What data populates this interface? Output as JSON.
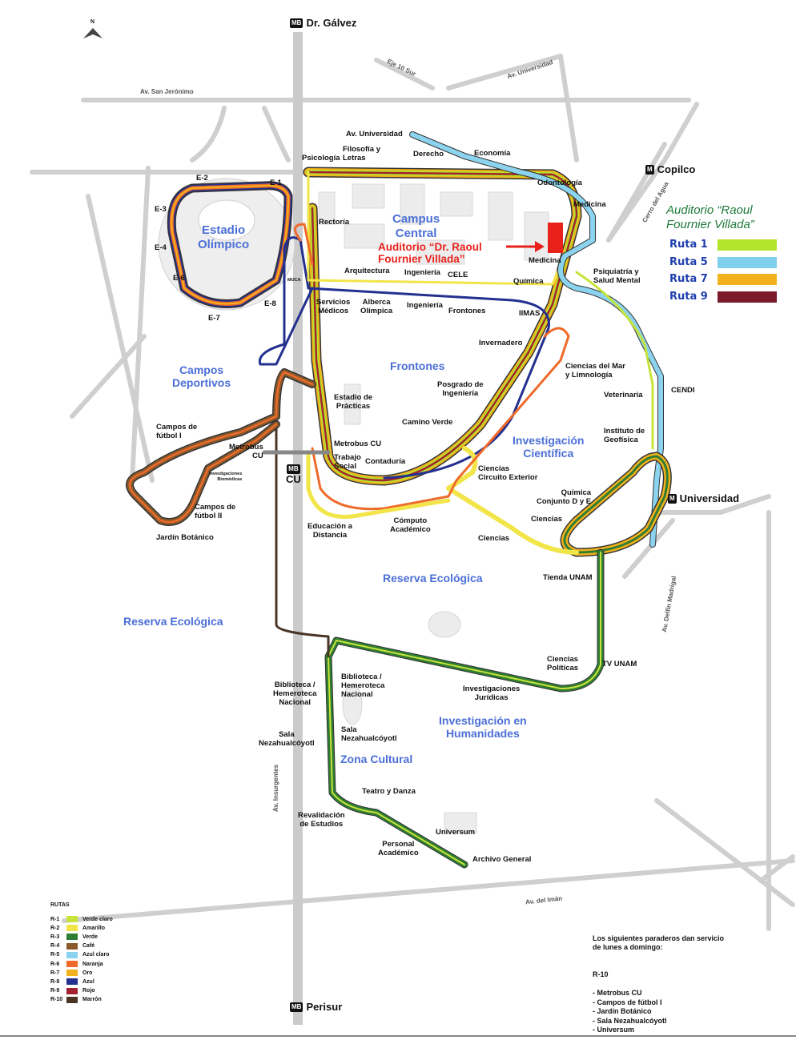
{
  "metro_stations": {
    "dr_galvez": "Dr. Gálvez",
    "copilco": "Copilco",
    "universidad": "Universidad",
    "perisur": "Perisur",
    "cu": "CU",
    "mb_badge": "MB",
    "m_badge": "M"
  },
  "compass": "N",
  "roads": {
    "san_jeronimo": "Av. San Jerónimo",
    "eje10": "Eje 10 Sur",
    "av_universidad": "Av. Universidad",
    "cerro_agua": "Cerro del Agua",
    "insurgentes": "Av. Insurgentes",
    "delfin": "Av. Delfín Madrigal",
    "iman": "Av. del Imán"
  },
  "areas": {
    "estadio": "Estadio\nOlímpico",
    "campus": "Campus\nCentral",
    "campos_deportivos": "Campos\nDeportivos",
    "frontones": "Frontones",
    "investigacion_cientifica": "Investigación\nCientífica",
    "reserva1": "Reserva Ecológica",
    "reserva2": "Reserva Ecológica",
    "humanidades": "Investigación en\nHumanidades",
    "zona_cultural": "Zona Cultural"
  },
  "stops": [
    {
      "text": "E-1"
    },
    {
      "text": "E-2"
    },
    {
      "text": "E-3"
    },
    {
      "text": "E-4"
    },
    {
      "text": "E-6"
    },
    {
      "text": "E-7"
    },
    {
      "text": "E-8"
    },
    {
      "text": "Av. Universidad"
    },
    {
      "text": "Economía"
    },
    {
      "text": "Derecho"
    },
    {
      "text": "Filosofía y\nLetras"
    },
    {
      "text": "Psicología"
    },
    {
      "text": "Odontología"
    },
    {
      "text": "Medicina"
    },
    {
      "text": "Rectoría"
    },
    {
      "text": "Medicina"
    },
    {
      "text": "Psiquiatría y\nSalud Mental"
    },
    {
      "text": "Arquitectura"
    },
    {
      "text": "Ingeniería"
    },
    {
      "text": "CELE"
    },
    {
      "text": "Química"
    },
    {
      "text": "MUCA"
    },
    {
      "text": "Servicios\nMédicos"
    },
    {
      "text": "Alberca\nOlímpica"
    },
    {
      "text": "Ingeniería"
    },
    {
      "text": "Frontones"
    },
    {
      "text": "IIMAS"
    },
    {
      "text": "Invernadero"
    },
    {
      "text": "Ciencias del Mar\ny Limnología"
    },
    {
      "text": "Posgrado de\nIngeniería"
    },
    {
      "text": "Estadio de\nPrácticas"
    },
    {
      "text": "Camino Verde"
    },
    {
      "text": "Veterinaria"
    },
    {
      "text": "CENDI"
    },
    {
      "text": "Instituto de\nGeofísica"
    },
    {
      "text": "Campos de\nfútbol I"
    },
    {
      "text": "Metrobus\nCU"
    },
    {
      "text": "Metrobus CU"
    },
    {
      "text": "Trabajo\nSocial"
    },
    {
      "text": "Contaduría"
    },
    {
      "text": "Ciencias\nCircuito Exterior"
    },
    {
      "text": "Investigaciones\nBiomédicas"
    },
    {
      "text": "Campos de\nfútbol II"
    },
    {
      "text": "Jardín Botánico"
    },
    {
      "text": "Química\nConjunto D y E"
    },
    {
      "text": "Ciencias"
    },
    {
      "text": "Ciencias"
    },
    {
      "text": "Educación a\nDistancia"
    },
    {
      "text": "Cómputo\nAcadémico"
    },
    {
      "text": "Tienda UNAM"
    },
    {
      "text": "Ciencias\nPolíticas"
    },
    {
      "text": "TV UNAM"
    },
    {
      "text": "Investigaciones\nJurídicas"
    },
    {
      "text": "Biblioteca /\nHemeroteca\nNacional"
    },
    {
      "text": "Biblioteca /\nHemeroteca\nNacional"
    },
    {
      "text": "Sala\nNezahualcóyotl"
    },
    {
      "text": "Sala\nNezahualcóyotl"
    },
    {
      "text": "Teatro y Danza"
    },
    {
      "text": "Revalidación\nde Estudios"
    },
    {
      "text": "Universum"
    },
    {
      "text": "Personal\nAcadémico"
    },
    {
      "text": "Archivo General"
    }
  ],
  "auditorio": {
    "title": "Auditorio “Raoul\nFournier Villada”",
    "red_label": "Auditorio “Dr. Raoul\nFournier Villada”",
    "highlight_color": "#e8211b",
    "routes": [
      {
        "label": "Ruta 1",
        "color": "#b4e32b"
      },
      {
        "label": "Ruta 5",
        "color": "#7fd0ea"
      },
      {
        "label": "Ruta 7",
        "color": "#f2b21d"
      },
      {
        "label": "Ruta 9",
        "color": "#7a1a2a"
      }
    ]
  },
  "legend": {
    "title": "RUTAS",
    "items": [
      {
        "code": "R-1",
        "name": "Verde claro",
        "color": "#c6e43a"
      },
      {
        "code": "R-2",
        "name": "Amarillo",
        "color": "#f2e54a"
      },
      {
        "code": "R-3",
        "name": "Verde",
        "color": "#2f7d32"
      },
      {
        "code": "R-4",
        "name": "Café",
        "color": "#8b5a2b"
      },
      {
        "code": "R-5",
        "name": "Azul claro",
        "color": "#8bd3ee"
      },
      {
        "code": "R-6",
        "name": "Naranja",
        "color": "#ee6a2a"
      },
      {
        "code": "R-7",
        "name": "Oro",
        "color": "#f2b21d"
      },
      {
        "code": "R-8",
        "name": "Azul",
        "color": "#23308f"
      },
      {
        "code": "R-9",
        "name": "Rojo",
        "color": "#a3222f"
      },
      {
        "code": "R-10",
        "name": "Marrón",
        "color": "#4a3426"
      }
    ]
  },
  "notice": {
    "heading": "Los siguientes paraderos dan servicio\nde lunes a domingo:",
    "route": "R-10",
    "stops": "- Metrobus CU\n- Campos de fútbol I\n- Jardín Botánico\n- Sala Nezahualcóyotl\n- Universum"
  }
}
